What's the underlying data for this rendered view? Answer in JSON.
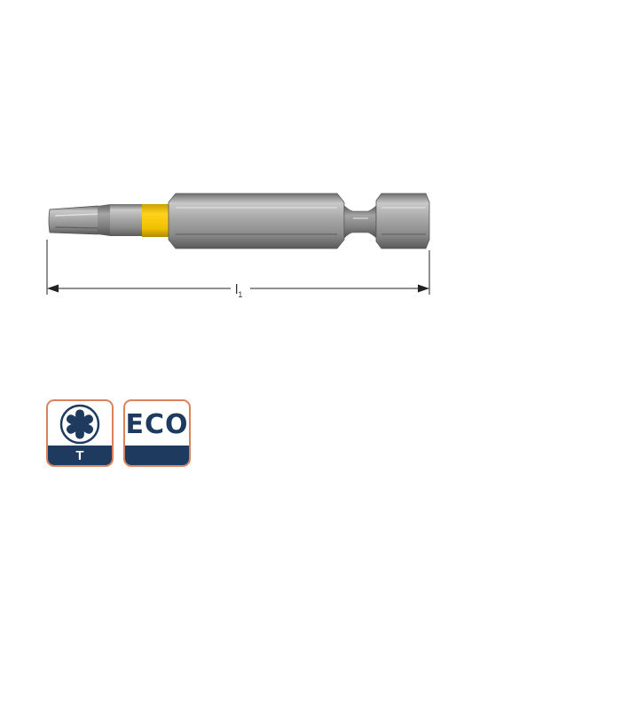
{
  "drawing": {
    "dimension_label": "l",
    "dimension_subscript": "1",
    "band_color": "#f2c200",
    "steel_color": "#9a9a9a"
  },
  "badges": [
    {
      "icon": "torx-icon",
      "label": "T",
      "accent": "#1f3a5f",
      "border": "#d9825b"
    },
    {
      "text": "ECO",
      "accent": "#1f3a5f",
      "border": "#d9825b"
    }
  ]
}
